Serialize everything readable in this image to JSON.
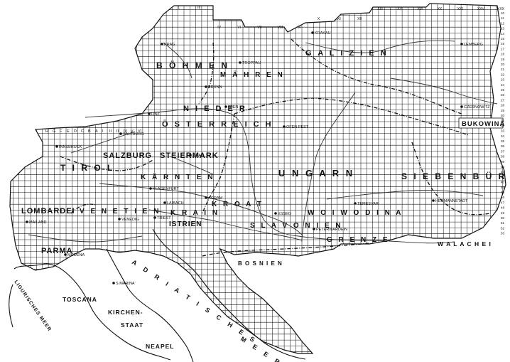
{
  "regions": [
    {
      "key": "boehmen",
      "label": "B Ö H M E N"
    },
    {
      "key": "maehren",
      "label": "M Ä H R E N"
    },
    {
      "key": "galizien",
      "label": "G A L I Z I E N"
    },
    {
      "key": "bukowina",
      "label": "BUKOWINA"
    },
    {
      "key": "niederoesterreich",
      "label": "N I E D E R"
    },
    {
      "key": "oesterreich",
      "label": "Ö S T E R R E I C H"
    },
    {
      "key": "ungarn",
      "label": "U N G A R N"
    },
    {
      "key": "siebenbuergen",
      "label": "S I E B E N B Ü R G E N"
    },
    {
      "key": "salzburg",
      "label": "SALZBURG"
    },
    {
      "key": "steiermark",
      "label": "STEIERMARK"
    },
    {
      "key": "tirol",
      "label": "T I R O L"
    },
    {
      "key": "kaernten",
      "label": "K Ä R N T E N"
    },
    {
      "key": "krain",
      "label": "K R A I N"
    },
    {
      "key": "kroatien",
      "label": "K R O A T"
    },
    {
      "key": "slavonien",
      "label": "S L A V O N I E N"
    },
    {
      "key": "woiwodina",
      "label": "W O I W O D I N A"
    },
    {
      "key": "grenze",
      "label": "G R E N Z E"
    },
    {
      "key": "lombardei",
      "label": "LOMBARDEI"
    },
    {
      "key": "venetien",
      "label": "V E N E T I E N"
    },
    {
      "key": "parma",
      "label": "PARMA"
    },
    {
      "key": "istrien",
      "label": "ISTRIEN"
    },
    {
      "key": "walachei",
      "label": "W A L A C H E I"
    },
    {
      "key": "bosnien",
      "label": "B O S N I E N"
    },
    {
      "key": "toscana",
      "label": "TOSCANA"
    },
    {
      "key": "kirchenstaat_1",
      "label": "KIRCHEN-"
    },
    {
      "key": "kirchenstaat_2",
      "label": "STAAT"
    },
    {
      "key": "neapel",
      "label": "NEAPEL"
    }
  ],
  "seas": [
    {
      "key": "adriatisches",
      "label": "A D R I A T I S C H E S"
    },
    {
      "key": "meer",
      "label": "M E E R"
    },
    {
      "key": "liguriches",
      "label": "LIGURISCHES MEER"
    }
  ],
  "cities": [
    {
      "key": "prag",
      "label": "PRAG"
    },
    {
      "key": "lemberg",
      "label": "LEMBERG"
    },
    {
      "key": "czernowitz",
      "label": "CZERNOWITZ"
    },
    {
      "key": "linz",
      "label": "LINZ"
    },
    {
      "key": "wien",
      "label": "WIEN"
    },
    {
      "key": "salzburg_city",
      "label": "SALZBURG"
    },
    {
      "key": "innsbruck",
      "label": "INNSBRUCK"
    },
    {
      "key": "graz",
      "label": "GRAZ"
    },
    {
      "key": "klagenfurt",
      "label": "KLAGENFURT"
    },
    {
      "key": "laibach",
      "label": "LAIBACH"
    },
    {
      "key": "agram",
      "label": "AGRAM"
    },
    {
      "key": "ofen_pest",
      "label": "OFEN PEST"
    },
    {
      "key": "temesvar",
      "label": "TEMESVAR"
    },
    {
      "key": "hermannstadt",
      "label": "HERMANNSTADT"
    },
    {
      "key": "venedig",
      "label": "VENEDIG"
    },
    {
      "key": "triest",
      "label": "TRIEST"
    },
    {
      "key": "mailand",
      "label": "MAILAND"
    },
    {
      "key": "modena",
      "label": "MODENA"
    },
    {
      "key": "esseg",
      "label": "ESSEG"
    },
    {
      "key": "peterwardein",
      "label": "PETERWARDEIN"
    },
    {
      "key": "s_marina",
      "label": "S.MARINA"
    },
    {
      "key": "troppau",
      "label": "TROPPAU"
    },
    {
      "key": "brunn",
      "label": "BRÜNN"
    },
    {
      "key": "krakau",
      "label": "KRAKAU"
    }
  ],
  "top_numbers": [
    "1",
    "III",
    "IV",
    "VI",
    "VII",
    "VIII",
    "IX",
    "X",
    "XI",
    "XII",
    "XIII",
    "XV",
    "XVI",
    "XX",
    "XXI",
    "XXV",
    "XXX"
  ],
  "left_letters": [
    "H",
    "G",
    "F",
    "E",
    "D",
    "C",
    "B",
    "A",
    "I",
    "II",
    "III",
    "IV",
    "V",
    "VI"
  ],
  "side_numbers": [
    "10",
    "11",
    "12",
    "13",
    "14",
    "15",
    "16",
    "17",
    "18",
    "19",
    "20",
    "21",
    "22",
    "23",
    "24",
    "25",
    "26",
    "27",
    "28",
    "29",
    "30",
    "31",
    "32",
    "33",
    "34",
    "35",
    "36",
    "37",
    "38",
    "39",
    "40",
    "41",
    "42",
    "43",
    "44",
    "45",
    "46",
    "47",
    "48",
    "49",
    "50",
    "51",
    "52",
    "53"
  ]
}
